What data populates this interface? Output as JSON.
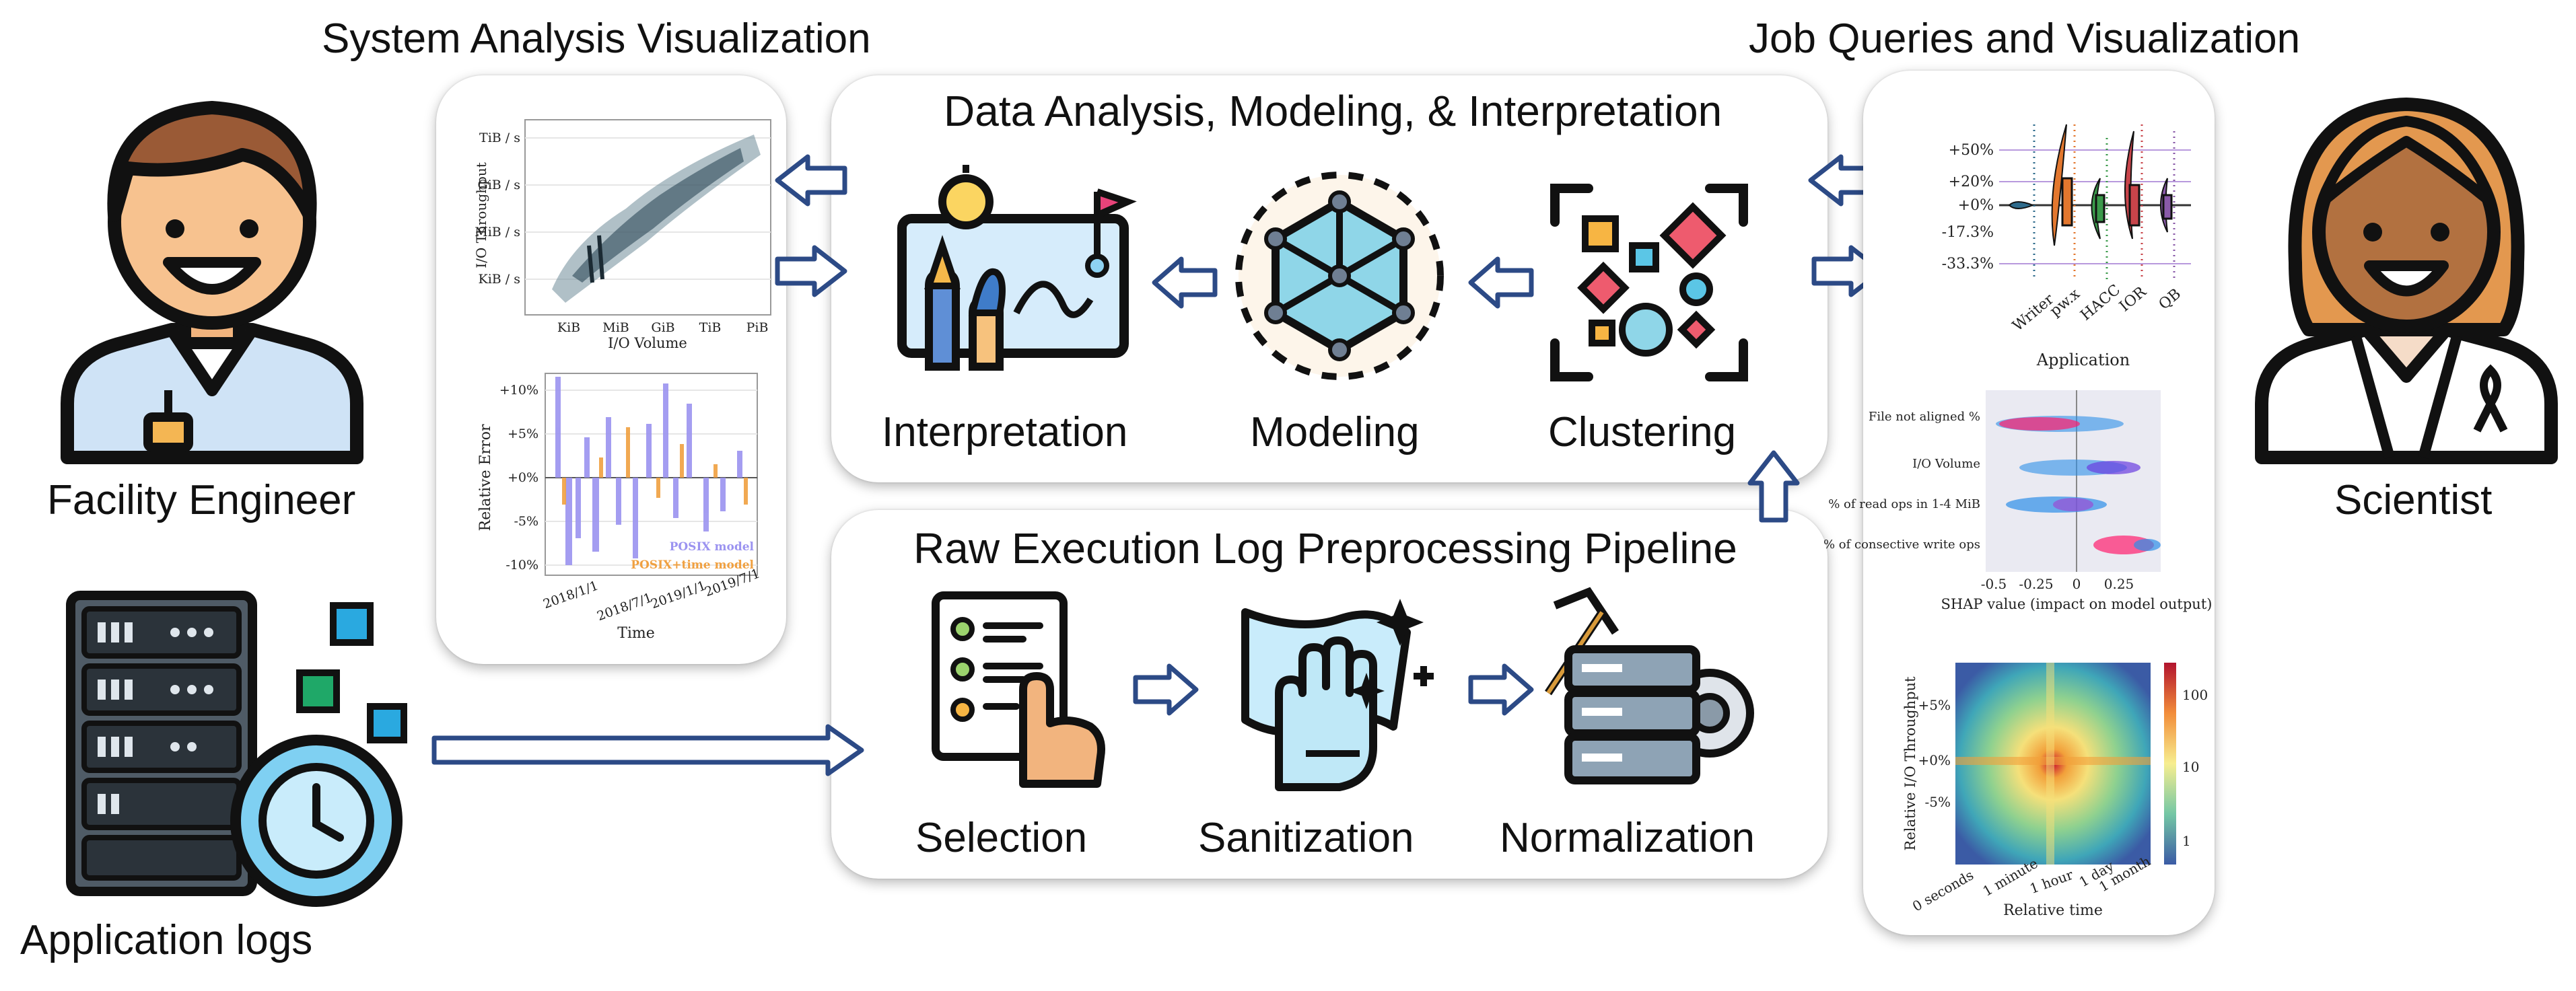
{
  "titles": {
    "system": "System Analysis Visualization",
    "jobs": "Job Queries and Visualization",
    "data_analysis": "Data Analysis, Modeling, & Interpretation",
    "raw": "Raw Execution Log Preprocessing Pipeline"
  },
  "actors": {
    "engineer": "Facility Engineer",
    "scientist": "Scientist",
    "logs": "Application logs"
  },
  "analysis_steps": [
    "Interpretation",
    "Modeling",
    "Clustering"
  ],
  "pipeline_steps": [
    "Selection",
    "Sanitization",
    "Normalization"
  ],
  "scatter_plot": {
    "y_label": "I/O Throughput",
    "x_label": "I/O Volume",
    "y_ticks": [
      "TiB / s",
      "GiB / s",
      "MiB / s",
      "KiB / s"
    ],
    "x_ticks": [
      "KiB",
      "MiB",
      "GiB",
      "TiB",
      "PiB"
    ]
  },
  "error_plot": {
    "y_label": "Relative Error",
    "x_label": "Time",
    "y_ticks": [
      "+10%",
      "+5%",
      "+0%",
      "-5%",
      "-10%"
    ],
    "x_ticks": [
      "2018/1/1",
      "2018/7/1",
      "2019/1/1",
      "2019/7/1"
    ],
    "legend": [
      "POSIX model",
      "POSIX+time model"
    ],
    "colors": [
      "#9b93f0",
      "#f0a040"
    ]
  },
  "violin_plot": {
    "y_ticks": [
      "+50%",
      "+20%",
      "+0%",
      "-17.3%",
      "-33.3%"
    ],
    "x_ticks": [
      "Writer",
      "pw.x",
      "HACC",
      "IOR",
      "QB"
    ],
    "x_label": "Application",
    "colors": [
      "#2e6b8c",
      "#e3772e",
      "#3a9a4a",
      "#c8444a",
      "#8a5aa8"
    ]
  },
  "shap_plot": {
    "features": [
      "File not aligned %",
      "I/O Volume",
      "% of read ops in 1-4 MiB",
      "% of consective write ops"
    ],
    "x_ticks": [
      "-0.5",
      "-0.25",
      "0",
      "0.25"
    ],
    "x_label": "SHAP value (impact on model output)"
  },
  "heatmap": {
    "y_label": "Relative I/O Throughput",
    "y_ticks": [
      "+5%",
      "+0%",
      "-5%"
    ],
    "x_ticks": [
      "0 seconds",
      "1 minute",
      "1 hour",
      "1 day",
      "1 month"
    ],
    "x_label": "Relative time",
    "colorbar_ticks": [
      "100",
      "10",
      "1"
    ]
  }
}
